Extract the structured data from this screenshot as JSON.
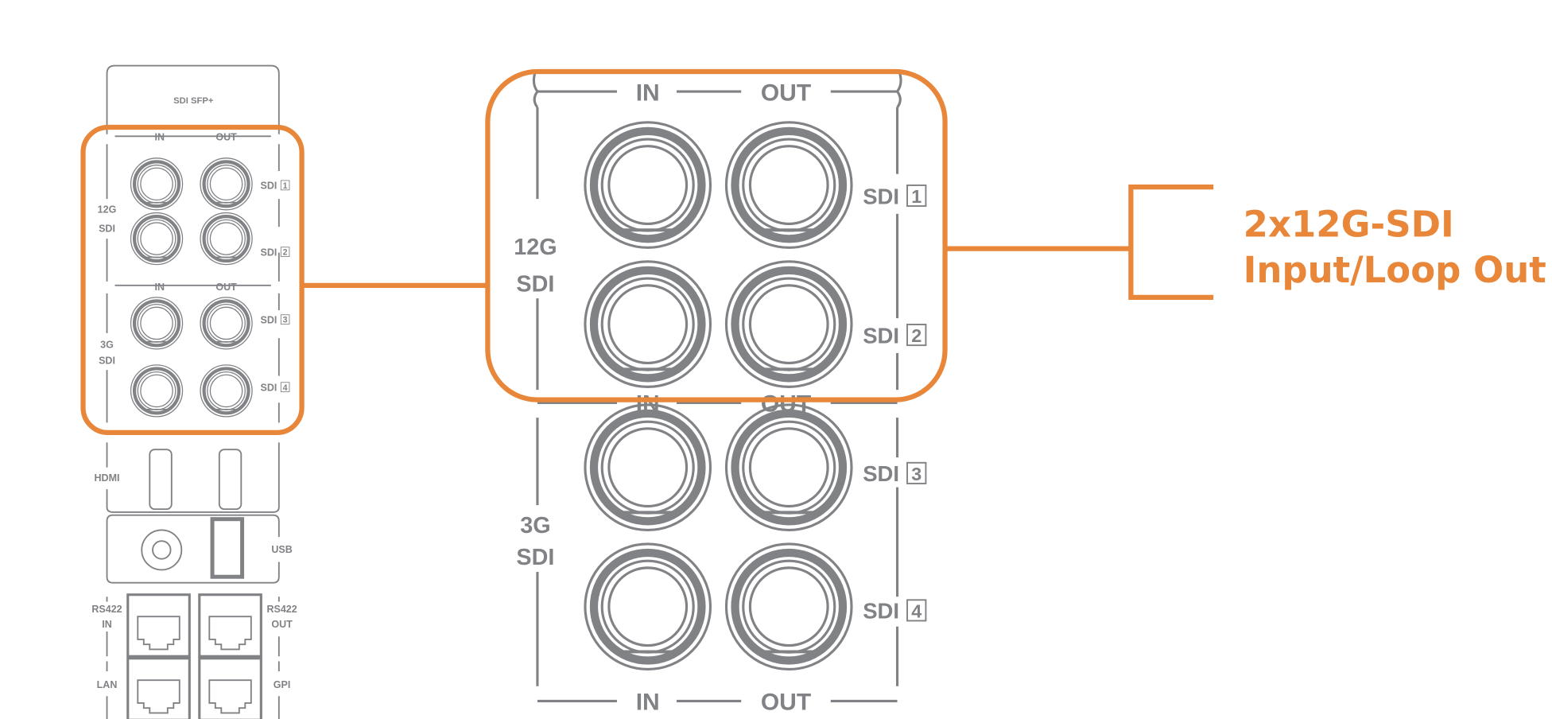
{
  "colors": {
    "accent": "#E8873A",
    "line": "#808285"
  },
  "small_panel": {
    "sfp_label": "SDI SFP+",
    "in_label": "IN",
    "out_label": "OUT",
    "group_12g": [
      "12G",
      "SDI"
    ],
    "group_3g": [
      "3G",
      "SDI"
    ],
    "sdi_labels": [
      "SDI",
      "SDI",
      "SDI",
      "SDI"
    ],
    "sdi_numbers": [
      "1",
      "2",
      "3",
      "4"
    ],
    "hdmi_label": "HDMI",
    "usb_label": "USB",
    "rs422_in": [
      "RS422",
      "IN"
    ],
    "rs422_out": [
      "RS422",
      "OUT"
    ],
    "lan_label": "LAN",
    "gpi_label": "GPI"
  },
  "big_panel": {
    "in_label": "IN",
    "out_label": "OUT",
    "group_12g": [
      "12G",
      "SDI"
    ],
    "group_3g": [
      "3G",
      "SDI"
    ],
    "sdi_label": "SDI",
    "sdi_numbers": [
      "1",
      "2",
      "3",
      "4"
    ]
  },
  "callout": {
    "line1": "2x12G-SDI",
    "line2": "Input/Loop Out"
  }
}
